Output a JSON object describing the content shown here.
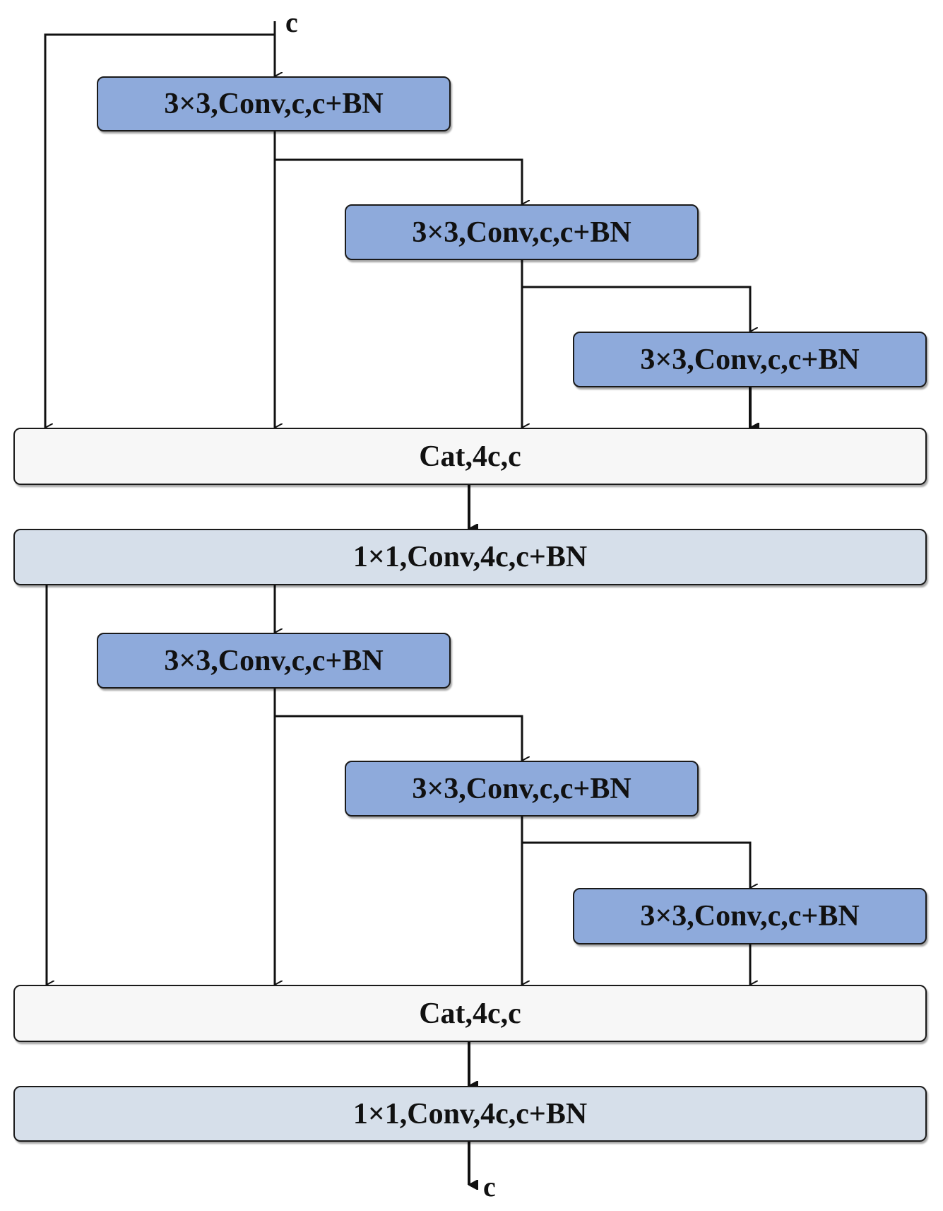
{
  "input_label": "c",
  "output_label": "c",
  "block1": {
    "conv_a": "3×3,Conv,c,c+BN",
    "conv_b": "3×3,Conv,c,c+BN",
    "conv_c": "3×3,Conv,c,c+BN",
    "cat": "Cat,4c,c",
    "proj": "1×1,Conv,4c,c+BN"
  },
  "block2": {
    "conv_a": "3×3,Conv,c,c+BN",
    "conv_b": "3×3,Conv,c,c+BN",
    "conv_c": "3×3,Conv,c,c+BN",
    "cat": "Cat,4c,c",
    "proj": "1×1,Conv,4c,c+BN"
  },
  "colors": {
    "conv3x3": "#8eaadb",
    "cat": "#f7f7f7",
    "conv1x1": "#d6dfea",
    "line": "#111111"
  }
}
